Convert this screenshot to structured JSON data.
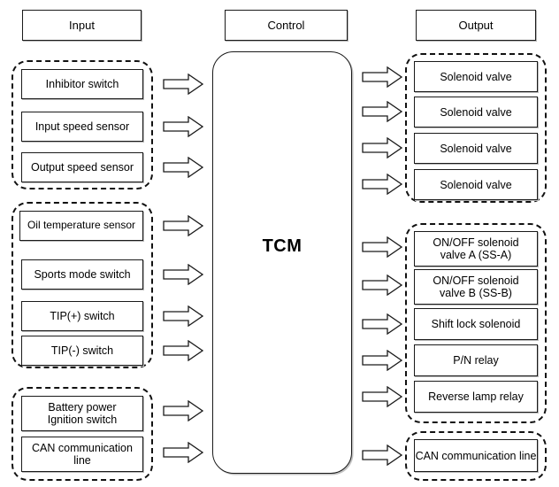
{
  "diagram": {
    "title_center": "TCM",
    "headers": [
      {
        "id": "input",
        "label": "Input"
      },
      {
        "id": "control",
        "label": "Control"
      },
      {
        "id": "output",
        "label": "Output"
      }
    ],
    "input_groups": [
      {
        "id": "sensors-group",
        "items": [
          {
            "label": "Inhibitor switch"
          },
          {
            "label": "Input speed sensor"
          },
          {
            "label": "Output speed sensor"
          }
        ]
      },
      {
        "id": "switches-group",
        "items": [
          {
            "label": "Oil temperature sensor"
          },
          {
            "label": "Sports mode switch"
          },
          {
            "label": "TIP(+) switch"
          },
          {
            "label": "TIP(-) switch"
          }
        ]
      },
      {
        "id": "power-group",
        "items": [
          {
            "label": "Battery power\nIgnition switch"
          },
          {
            "label": "CAN communication\nline"
          }
        ]
      }
    ],
    "output_groups": [
      {
        "id": "solenoid-valves-group",
        "items": [
          {
            "label": "Solenoid valve"
          },
          {
            "label": "Solenoid valve"
          },
          {
            "label": "Solenoid valve"
          },
          {
            "label": "Solenoid valve"
          }
        ]
      },
      {
        "id": "actuators-group",
        "items": [
          {
            "label": "ON/OFF solenoid\nvalve A (SS-A)"
          },
          {
            "label": "ON/OFF solenoid\nvalve B (SS-B)"
          },
          {
            "label": "Shift lock solenoid"
          },
          {
            "label": "P/N relay"
          },
          {
            "label": "Reverse lamp relay"
          }
        ]
      },
      {
        "id": "can-output-group",
        "items": [
          {
            "label": "CAN communication line"
          }
        ]
      }
    ],
    "arrows": {
      "input_to_tcm_count": 9,
      "tcm_to_output_count": 10,
      "icon": "block-arrow-right-icon",
      "direction": "right"
    },
    "colors": {
      "stroke": "#1a1a1a",
      "shadow": "#b9b9b9",
      "background": "#ffffff"
    }
  }
}
